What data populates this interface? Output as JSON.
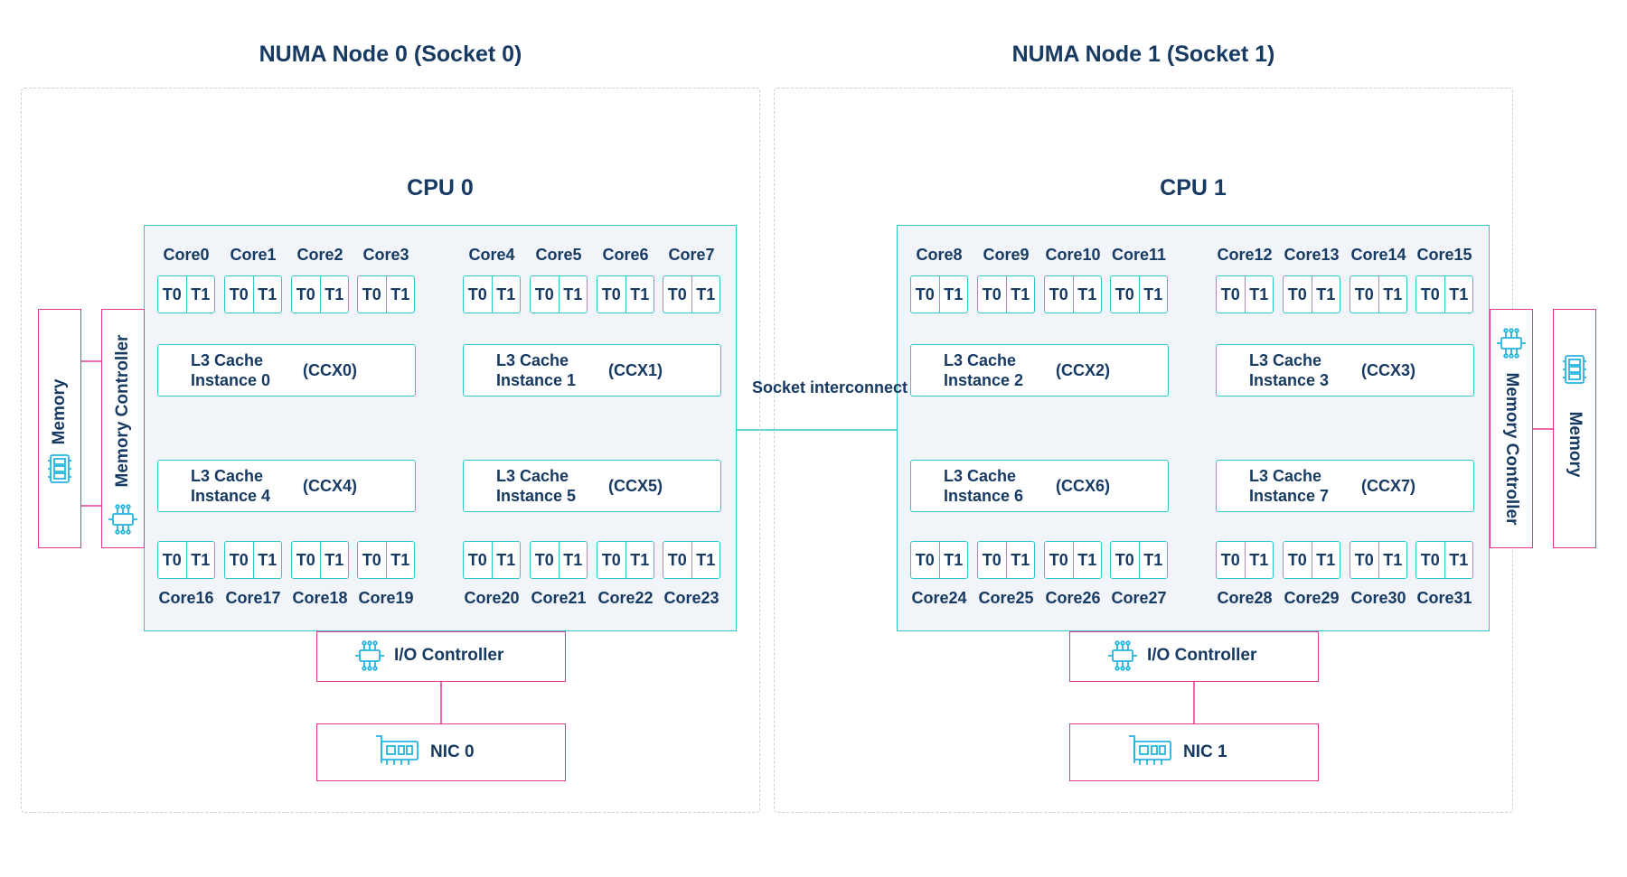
{
  "nodes": [
    {
      "title": "NUMA Node 0 (Socket 0)",
      "cpu": "CPU 0",
      "memory": "Memory",
      "memory_controller": "Memory Controller",
      "io_controller": "I/O Controller",
      "nic": "NIC 0",
      "top_cores": [
        "Core0",
        "Core1",
        "Core2",
        "Core3",
        "Core4",
        "Core5",
        "Core6",
        "Core7"
      ],
      "bottom_cores": [
        "Core16",
        "Core17",
        "Core18",
        "Core19",
        "Core20",
        "Core21",
        "Core22",
        "Core23"
      ],
      "caches": [
        {
          "name": "L3 Cache\nInstance 0",
          "ccx": "(CCX0)"
        },
        {
          "name": "L3 Cache\nInstance 1",
          "ccx": "(CCX1)"
        },
        {
          "name": "L3 Cache\nInstance 4",
          "ccx": "(CCX4)"
        },
        {
          "name": "L3 Cache\nInstance 5",
          "ccx": "(CCX5)"
        }
      ]
    },
    {
      "title": "NUMA Node 1 (Socket 1)",
      "cpu": "CPU 1",
      "memory": "Memory",
      "memory_controller": "Memory Controller",
      "io_controller": "I/O Controller",
      "nic": "NIC 1",
      "top_cores": [
        "Core8",
        "Core9",
        "Core10",
        "Core11",
        "Core12",
        "Core13",
        "Core14",
        "Core15"
      ],
      "bottom_cores": [
        "Core24",
        "Core25",
        "Core26",
        "Core27",
        "Core28",
        "Core29",
        "Core30",
        "Core31"
      ],
      "caches": [
        {
          "name": "L3 Cache\nInstance 2",
          "ccx": "(CCX2)"
        },
        {
          "name": "L3 Cache\nInstance 3",
          "ccx": "(CCX3)"
        },
        {
          "name": "L3 Cache\nInstance 6",
          "ccx": "(CCX6)"
        },
        {
          "name": "L3 Cache\nInstance 7",
          "ccx": "(CCX7)"
        }
      ]
    }
  ],
  "threads": [
    "T0",
    "T1"
  ],
  "interconnect": "Socket\ninterconnect",
  "colors": {
    "title": "#173a63",
    "cpu_border": "#33c5c8",
    "cpu_fill": "#f1f5fa",
    "io_border": "#e0388f",
    "node_frame": "#c3d3dc",
    "icon": "#25b4e0"
  },
  "icons": [
    "memory-chip-icon",
    "controller-chip-icon",
    "nic-card-icon"
  ]
}
